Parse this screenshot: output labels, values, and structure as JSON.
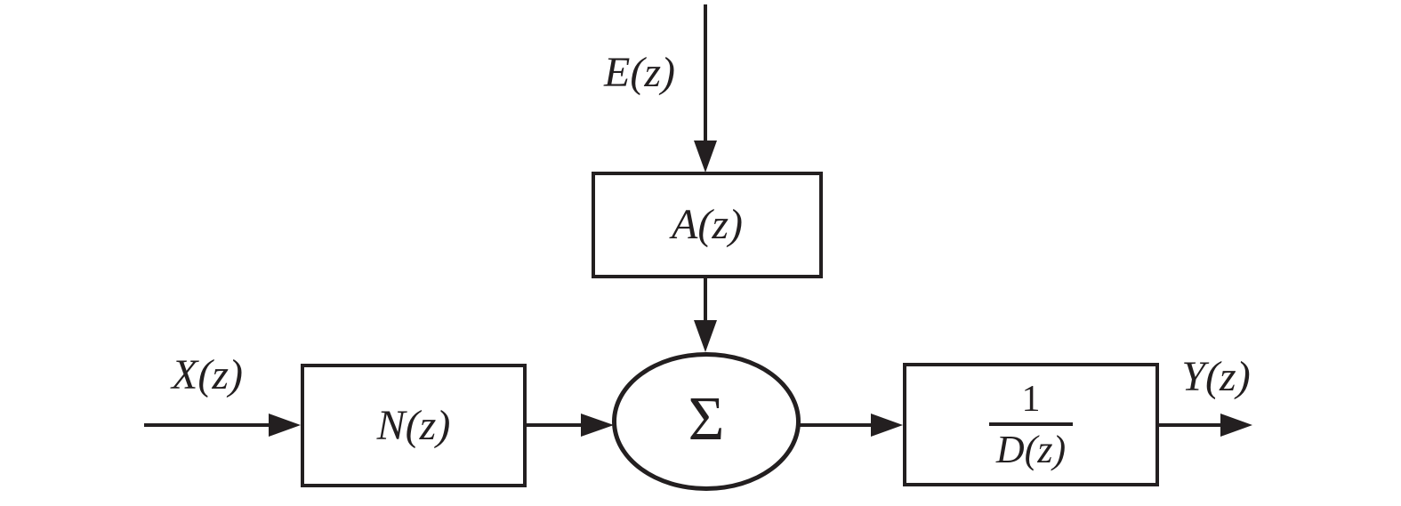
{
  "colors": {
    "ink": "#231f20",
    "background": "#ffffff"
  },
  "signals": {
    "error_input": "E(z)",
    "input": "X(z)",
    "output": "Y(z)"
  },
  "blocks": {
    "feedback_filter": "A(z)",
    "numerator_filter": "N(z)",
    "summer": "Σ",
    "inverse_denominator": {
      "numerator": "1",
      "denominator": "D(z)"
    }
  }
}
